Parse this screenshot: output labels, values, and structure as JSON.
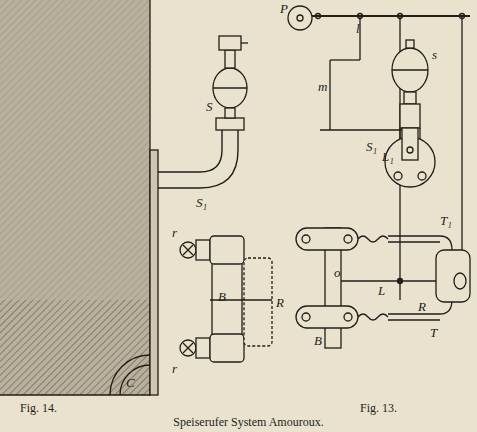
{
  "diagram": {
    "caption": "Speiserufer System Amouroux.",
    "labels": [
      "S",
      "S₁",
      "r",
      "B",
      "R",
      "C",
      "r",
      "P",
      "l",
      "s",
      "m",
      "S₁",
      "L₁",
      "T₁",
      "o",
      "L",
      "R",
      "B",
      "T",
      "Fig. 14.",
      "Fig. 13."
    ]
  }
}
